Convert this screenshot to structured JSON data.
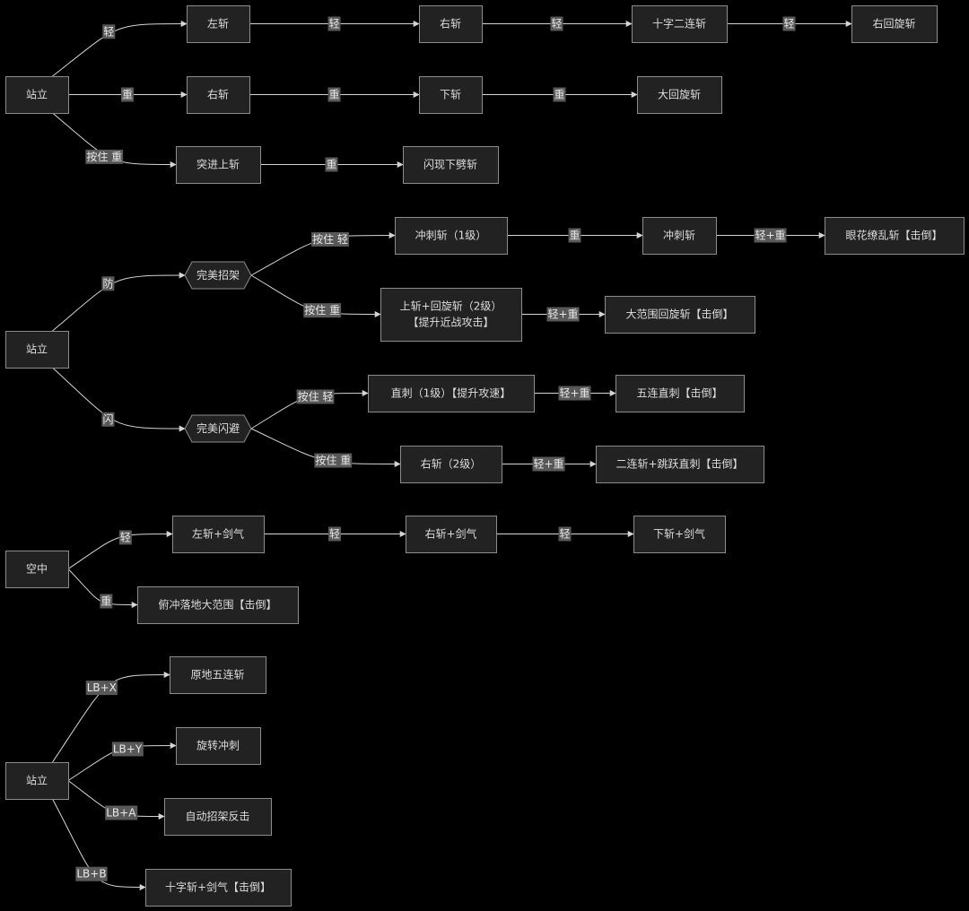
{
  "theme": {
    "background": "#000000",
    "node_fill": "#222222",
    "node_stroke": "#8c8c8c",
    "node_text": "#dddddd",
    "edge": "#d4d4d4",
    "edge_label_bg": "#585858",
    "edge_label_text": "#e8e8e8"
  },
  "nodes": {
    "s1": {
      "label": "站立"
    },
    "a1": {
      "label": "左斩"
    },
    "a2": {
      "label": "右斩"
    },
    "a3": {
      "label": "十字二连斩"
    },
    "a4": {
      "label": "右回旋斩"
    },
    "b1": {
      "label": "右斩"
    },
    "b2": {
      "label": "下斩"
    },
    "b3": {
      "label": "大回旋斩"
    },
    "c1": {
      "label": "突进上斩"
    },
    "c2": {
      "label": "闪现下劈斩"
    },
    "s2": {
      "label": "站立"
    },
    "p1": {
      "label": "完美招架"
    },
    "p2": {
      "label": "完美闪避"
    },
    "d1": {
      "label": "冲刺斩（1级）"
    },
    "d2": {
      "label": "冲刺斩"
    },
    "d3": {
      "label": "眼花缭乱斩【击倒】"
    },
    "e1": {
      "label": "上斩+回旋斩（2级）\n【提升近战攻击】"
    },
    "e2": {
      "label": "大范围回旋斩【击倒】"
    },
    "f1": {
      "label": "直刺（1级）【提升攻速】"
    },
    "f2": {
      "label": "五连直刺【击倒】"
    },
    "g1": {
      "label": "右斩（2级）"
    },
    "g2": {
      "label": "二连斩+跳跃直刺【击倒】"
    },
    "s3": {
      "label": "空中"
    },
    "h1": {
      "label": "左斩+剑气"
    },
    "h2": {
      "label": "右斩+剑气"
    },
    "h3": {
      "label": "下斩+剑气"
    },
    "i1": {
      "label": "俯冲落地大范围【击倒】"
    },
    "s4": {
      "label": "站立"
    },
    "j1": {
      "label": "原地五连斩"
    },
    "j2": {
      "label": "旋转冲刺"
    },
    "j3": {
      "label": "自动招架反击"
    },
    "j4": {
      "label": "十字斩+剑气【击倒】"
    }
  },
  "edges": {
    "s1_a1": {
      "label": "轻"
    },
    "a1_a2": {
      "label": "轻"
    },
    "a2_a3": {
      "label": "轻"
    },
    "a3_a4": {
      "label": "轻"
    },
    "s1_b1": {
      "label": "重"
    },
    "b1_b2": {
      "label": "重"
    },
    "b2_b3": {
      "label": "重"
    },
    "s1_c1": {
      "label": "按住 重"
    },
    "c1_c2": {
      "label": "重"
    },
    "s2_p1": {
      "label": "防"
    },
    "s2_p2": {
      "label": "闪"
    },
    "p1_d1": {
      "label": "按住 轻"
    },
    "d1_d2": {
      "label": "重"
    },
    "d2_d3": {
      "label": "轻+重"
    },
    "p1_e1": {
      "label": "按住 重"
    },
    "e1_e2": {
      "label": "轻+重"
    },
    "p2_f1": {
      "label": "按住 轻"
    },
    "f1_f2": {
      "label": "轻+重"
    },
    "p2_g1": {
      "label": "按住 重"
    },
    "g1_g2": {
      "label": "轻+重"
    },
    "s3_h1": {
      "label": "轻"
    },
    "h1_h2": {
      "label": "轻"
    },
    "h2_h3": {
      "label": "轻"
    },
    "s3_i1": {
      "label": "重"
    },
    "s4_j1": {
      "label": "LB+X"
    },
    "s4_j2": {
      "label": "LB+Y"
    },
    "s4_j3": {
      "label": "LB+A"
    },
    "s4_j4": {
      "label": "LB+B"
    }
  }
}
